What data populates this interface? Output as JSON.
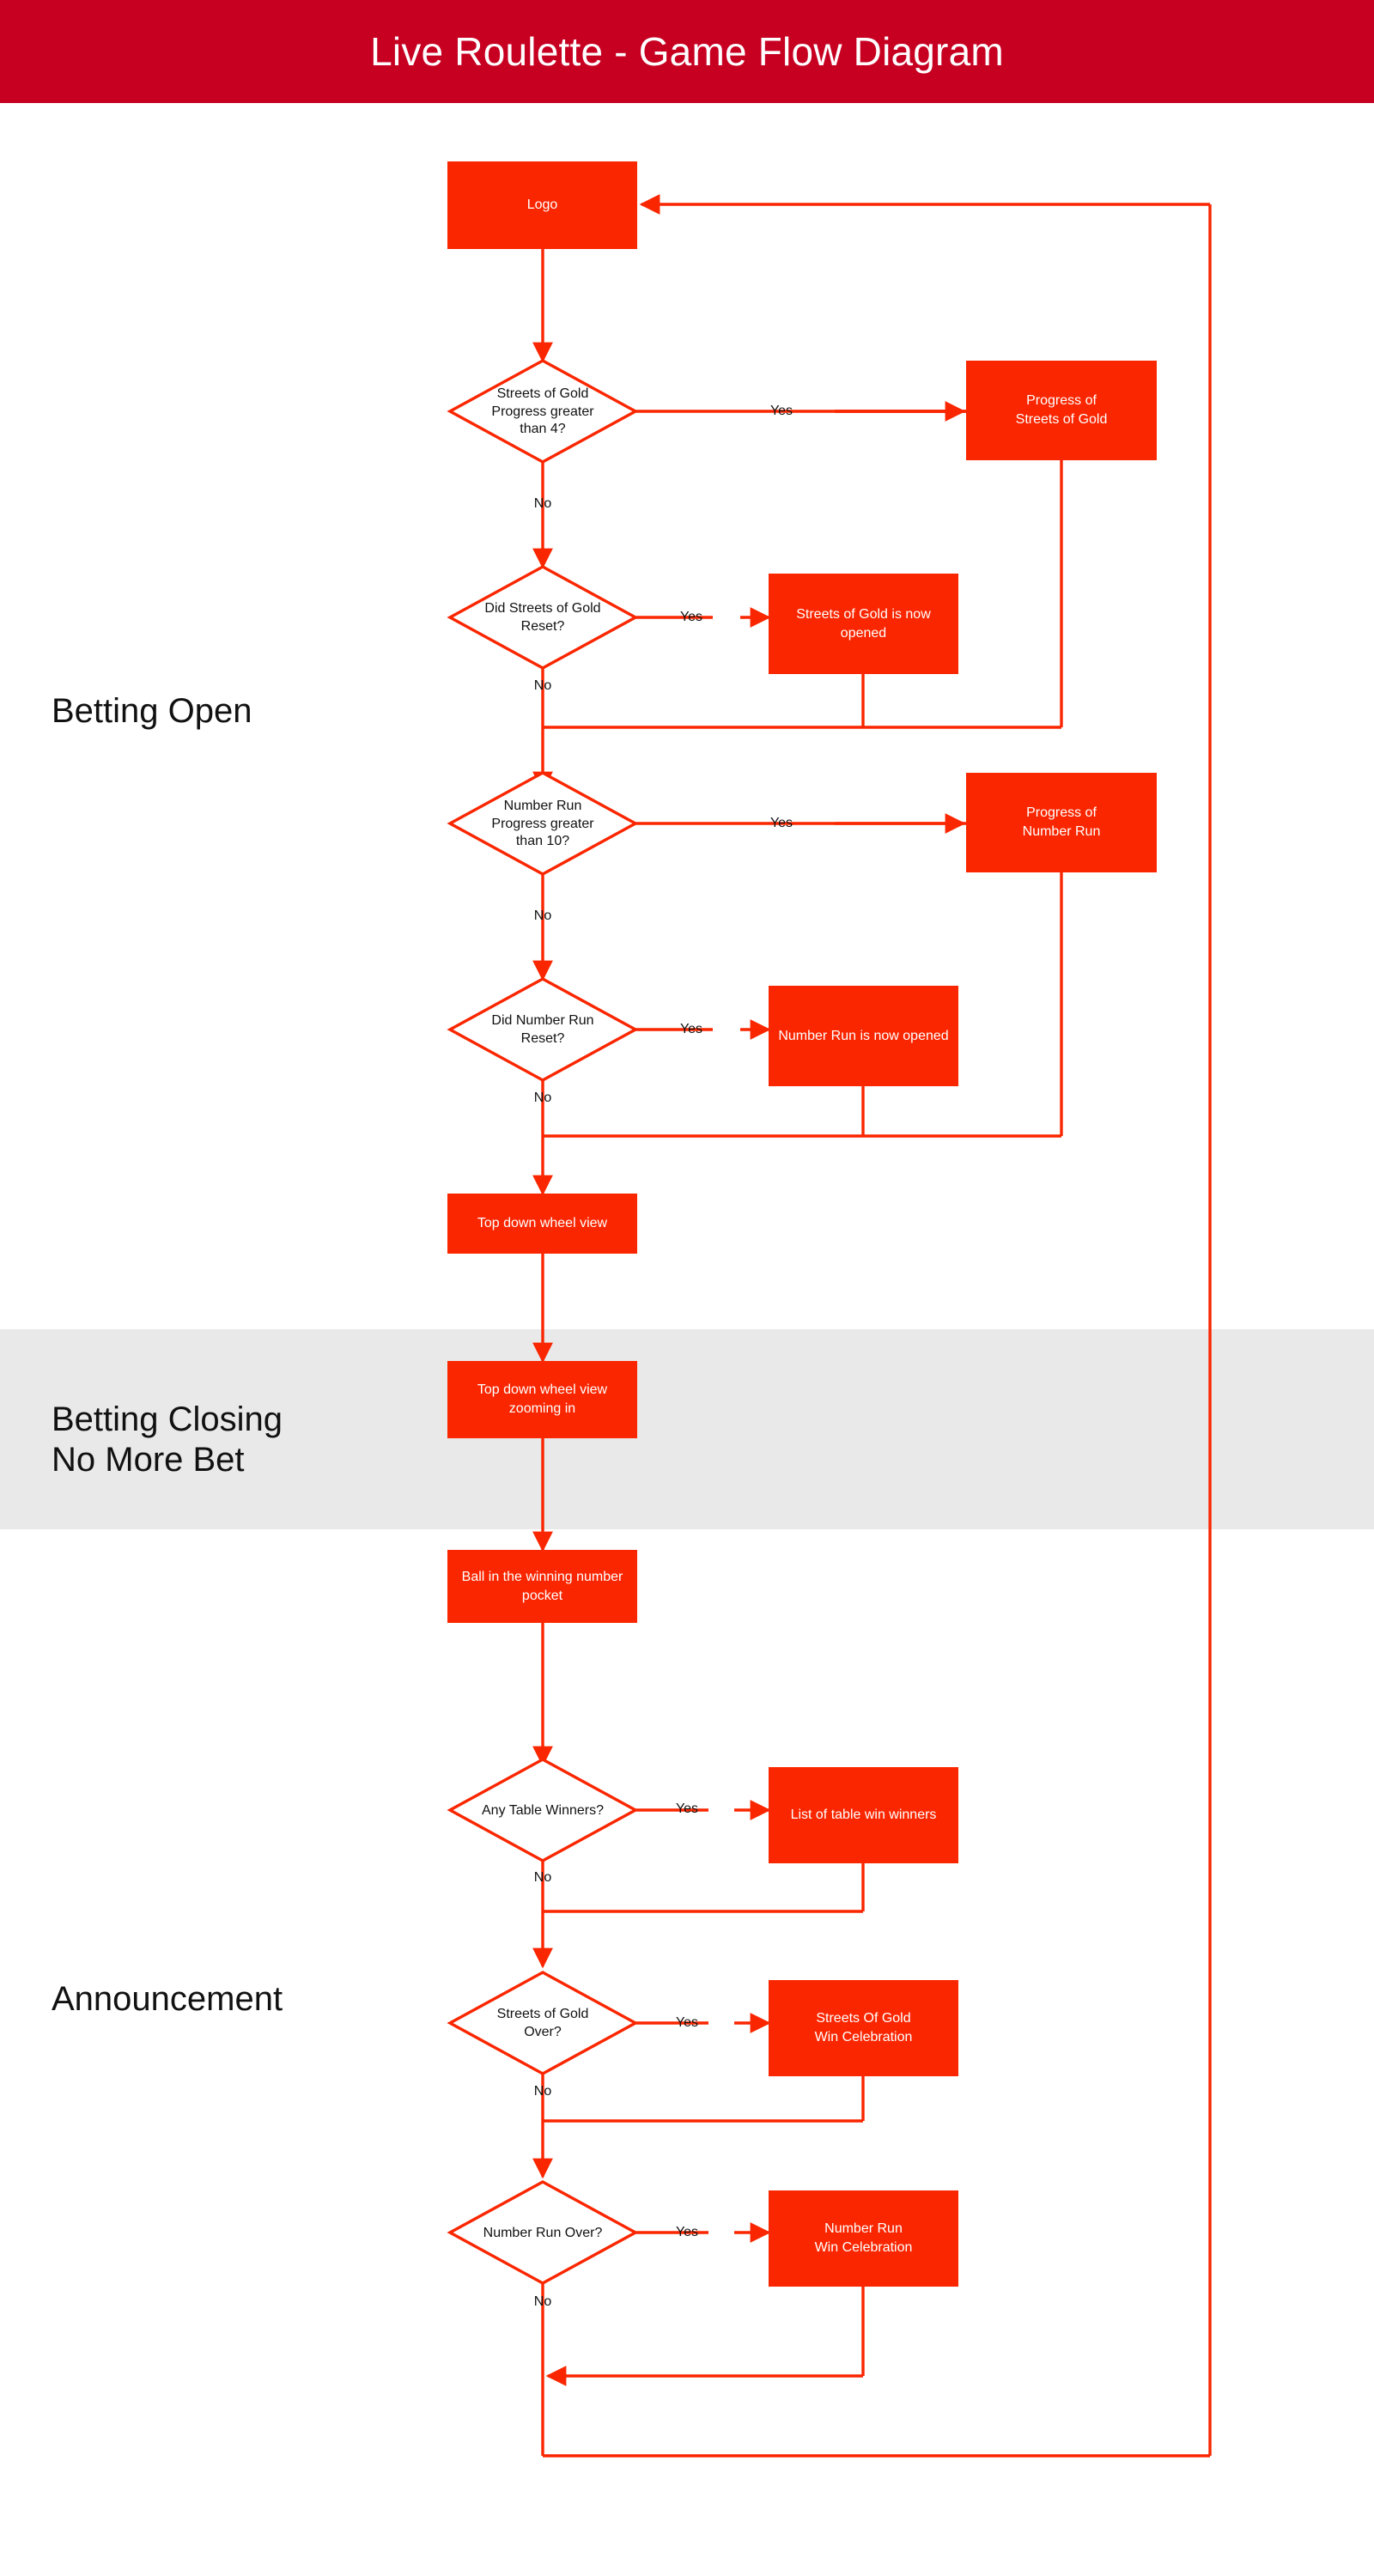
{
  "header": {
    "title": "Live Roulette - Game Flow Diagram",
    "background": "#C70022",
    "text_color": "#FFFFFF"
  },
  "theme": {
    "node_fill": "#FA2600",
    "node_text": "#FFFFFF",
    "connector": "#FA2600",
    "label_text": "#111111",
    "band_fill": "#E9E9E9",
    "page_background": "#FFFFFF"
  },
  "phases": [
    {
      "id": "betting-open",
      "label": "Betting Open"
    },
    {
      "id": "betting-closing",
      "label": "Betting Closing\nNo More Bet"
    },
    {
      "id": "announcement",
      "label": "Announcement"
    }
  ],
  "nodes": {
    "logo": {
      "label": "Logo",
      "type": "process"
    },
    "sog_progress_q": {
      "label": "Streets of Gold\nProgress greater\nthan 4?",
      "type": "decision"
    },
    "sog_progress": {
      "label": "Progress of\nStreets of Gold",
      "type": "process"
    },
    "sog_reset_q": {
      "label": "Did Streets of Gold\nReset?",
      "type": "decision"
    },
    "sog_opened": {
      "label": "Streets of Gold is now\nopened",
      "type": "process"
    },
    "nr_progress_q": {
      "label": "Number Run\nProgress greater\nthan 10?",
      "type": "decision"
    },
    "nr_progress": {
      "label": "Progress of\nNumber Run",
      "type": "process"
    },
    "nr_reset_q": {
      "label": "Did Number Run\nReset?",
      "type": "decision"
    },
    "nr_opened": {
      "label": "Number Run is now opened",
      "type": "process"
    },
    "wheel_top": {
      "label": "Top down wheel view",
      "type": "process"
    },
    "wheel_zoom": {
      "label": "Top down wheel view\nzooming in",
      "type": "process"
    },
    "ball_pocket": {
      "label": "Ball in the winning number\npocket",
      "type": "process"
    },
    "table_winners_q": {
      "label": "Any Table Winners?",
      "type": "decision"
    },
    "table_winners_list": {
      "label": "List of table win winners",
      "type": "process"
    },
    "sog_over_q": {
      "label": "Streets of Gold\nOver?",
      "type": "decision"
    },
    "sog_celebration": {
      "label": "Streets Of Gold\nWin Celebration",
      "type": "process"
    },
    "nr_over_q": {
      "label": "Number Run Over?",
      "type": "decision"
    },
    "nr_celebration": {
      "label": "Number Run\nWin Celebration",
      "type": "process"
    }
  },
  "edge_labels": {
    "yes_1": "Yes",
    "no_1": "No",
    "yes_2": "Yes",
    "no_2": "No",
    "yes_3": "Yes",
    "no_3": "No",
    "yes_4": "Yes",
    "no_4": "No",
    "yes_5": "Yes",
    "no_5": "No",
    "yes_6": "Yes",
    "no_6": "No",
    "yes_7": "Yes",
    "no_7": "No"
  }
}
